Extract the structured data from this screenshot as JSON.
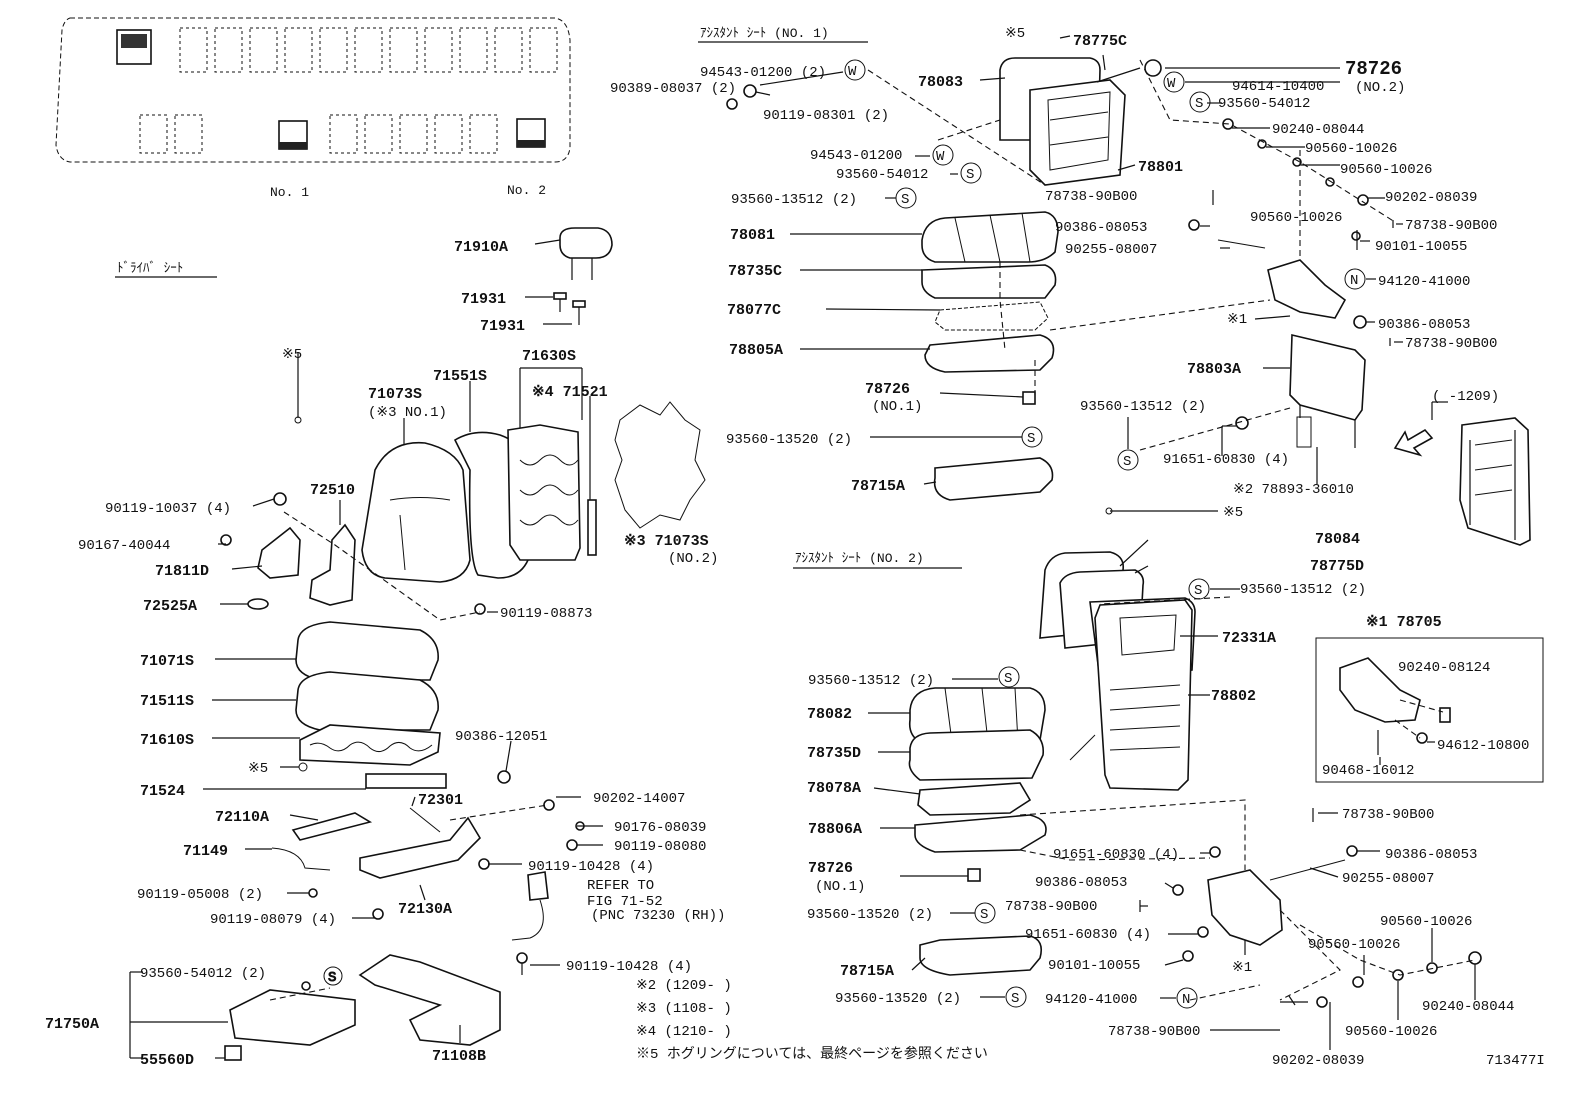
{
  "diagram_id": "713477I",
  "bus_map": {
    "seat_no1_label": "No. 1",
    "seat_no2_label": "No. 2"
  },
  "sections": {
    "driver_seat": "ﾄﾞﾗｲﾊﾞ ｼｰﾄ",
    "assistant_no1": "ｱｼｽﾀﾝﾄ ｼｰﾄ (NO. 1)",
    "assistant_no2": "ｱｼｽﾀﾝﾄ ｼｰﾄ (NO. 2)"
  },
  "driver_parts": {
    "headrest": "71910A",
    "guide1": "71931",
    "guide2": "71931",
    "note5_top": "※5",
    "cover_back": "71073S",
    "cover_back_note": "(※3 NO.1)",
    "pad_back": "71551S",
    "frame_back": "71630S",
    "spring_back": "※4 71521",
    "cover_no2": "※3 71073S",
    "cover_no2_sub": "(NO.2)",
    "shield": "72510",
    "bolt1": "90119-10037 (4)",
    "clip": "90167-40044",
    "cover_shield": "71811D",
    "cap": "72525A",
    "bolt2": "90119-08873",
    "cushion_cover": "71071S",
    "cushion_pad": "71511S",
    "cushion_frame": "71610S",
    "note5_mid": "※5",
    "pad_spring": "71524",
    "nut1": "90386-12051",
    "adjuster": "72110A",
    "spring": "72301",
    "washer": "90202-14007",
    "pin": "90176-08039",
    "bolt3": "90119-08080",
    "wire": "71149",
    "bolt4": "90119-10428 (4)",
    "refer1": "REFER TO",
    "refer2": "FIG 71-52",
    "refer3": "(PNC 73230 (RH))",
    "bolt5": "90119-05008 (2)",
    "bolt6": "90119-08079 (4)",
    "track": "72130A",
    "bolt7": "90119-10428 (4)",
    "screw": "93560-54012 (2)",
    "tray": "71750A",
    "clip2": "55560D",
    "riser": "71108B"
  },
  "notes": {
    "n2": "※2 (1209-        )",
    "n3": "※3 (1108-        )",
    "n4": "※4 (1210-        )",
    "n5": "※5  ホグリングについては、最終ページを参照ください"
  },
  "no1_parts": {
    "note5": "※5",
    "cover_back": "78775C",
    "back_assy": "78083",
    "ring": "94543-01200 (2)",
    "bolt_a": "90389-08037 (2)",
    "bolt_b": "90119-08301 (2)",
    "ring2": "94543-01200",
    "screw": "93560-54012",
    "frame": "78801",
    "screw2": "93560-13512 (2)",
    "cushion": "78081",
    "cover": "78735C",
    "pad": "78077C",
    "board": "78805A",
    "clip": "78726",
    "clip_sub": "(NO.1)",
    "screw3": "93560-13520 (2)",
    "base": "78715A",
    "hinge_clip": "78726",
    "hinge_clip_sub": "(NO.2)",
    "washer1": "94614-10400",
    "screw4": "93560-54012",
    "bolt1": "90240-08044",
    "washer2": "90560-10026",
    "washer3": "90560-10026",
    "washer4": "90560-10026",
    "washer5": "90202-08039",
    "pin1": "78738-90B00",
    "nut1": "90386-08053",
    "rod": "90255-08007",
    "pin2": "78738-90B00",
    "bolt2": "90101-10055",
    "nut2": "94120-41000",
    "note1": "※1",
    "nut3": "90386-08053",
    "pin3": "78738-90B00",
    "frame_a": "78803A",
    "screw5": "93560-13512 (2)",
    "bolt3": "91651-60830 (4)",
    "plate": "※2 78893-36010",
    "note5b": "※5",
    "inset_label": "(      -1209)"
  },
  "no2_parts": {
    "back_assy": "78084",
    "cover_back": "78775D",
    "screw": "93560-13512 (2)",
    "pad_back": "72331A",
    "frame": "78802",
    "screw2": "93560-13512 (2)",
    "cushion": "78082",
    "cover": "78735D",
    "pad": "78078A",
    "board": "78806A",
    "clip": "78726",
    "clip_sub": "(NO.1)",
    "screw3": "93560-13520 (2)",
    "base": "78715A",
    "screw4": "93560-13520 (2)",
    "bolt1": "91651-60830 (4)",
    "nut1": "90386-08053",
    "pin1": "78738-90B00",
    "bolt2": "91651-60830 (4)",
    "bolt3": "90101-10055",
    "nut2": "94120-41000",
    "pin2": "78738-90B00",
    "pin3": "78738-90B00",
    "nut3": "90386-08053",
    "rod": "90255-08007",
    "washer1": "90560-10026",
    "washer2": "90560-10026",
    "bolt4": "90240-08044",
    "washer3": "90560-10026",
    "washer4": "90202-08039",
    "note1": "※1"
  },
  "inset_78705": {
    "title": "※1 78705",
    "bolt": "90240-08124",
    "washer": "94612-10800",
    "pin": "90468-16012"
  }
}
